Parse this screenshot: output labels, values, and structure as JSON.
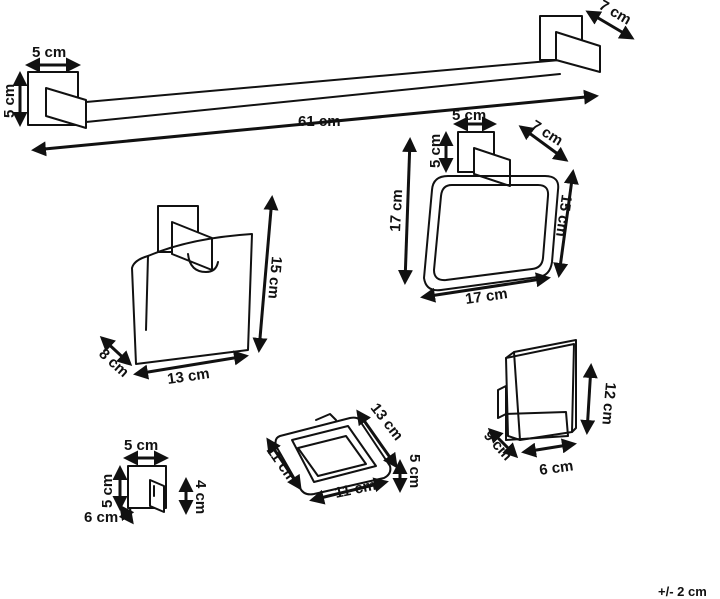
{
  "towel_bar": {
    "length": "61 cm",
    "depth": "7 cm",
    "mount_width": "5 cm",
    "mount_height": "5 cm"
  },
  "towel_ring": {
    "mount_width": "5 cm",
    "mount_height": "5 cm",
    "depth": "7 cm",
    "height": "17 cm",
    "ring_height": "15 cm",
    "width": "17 cm"
  },
  "paper_holder": {
    "height": "15 cm",
    "depth": "8 cm",
    "width": "13 cm"
  },
  "robe_hook": {
    "width": "5 cm",
    "height": "5 cm",
    "depth": "6 cm",
    "hook_height": "4 cm"
  },
  "soap_dish": {
    "length": "13 cm",
    "width_left": "11 cm",
    "width_bottom": "11 cm",
    "height": "5 cm"
  },
  "tumbler": {
    "height": "12 cm",
    "depth": "9 cm",
    "width": "6 cm"
  },
  "tolerance": "+/- 2 cm"
}
